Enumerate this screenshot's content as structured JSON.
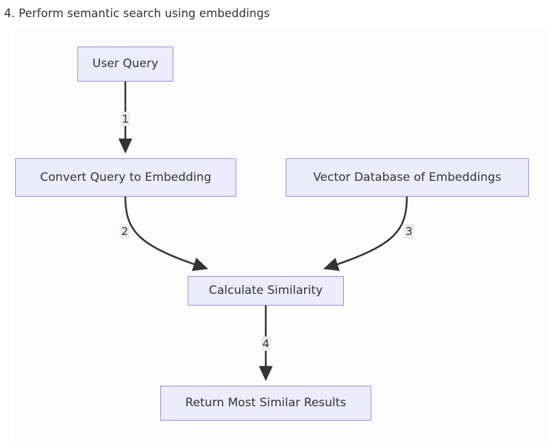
{
  "page": {
    "title": "4. Perform semantic search using embeddings",
    "background_color": "#ffffff",
    "canvas_color": "#fcfcfd"
  },
  "theme": {
    "node_fill": "#ececfc",
    "node_border": "#9e88d6",
    "node_text": "#333333",
    "edge_stroke": "#333333",
    "edge_label_bg": "#ececec",
    "edge_label_text": "#333333"
  },
  "diagram": {
    "type": "flowchart",
    "direction": "top-down",
    "nodes": [
      {
        "id": "user_query",
        "label": "User Query"
      },
      {
        "id": "convert_query",
        "label": "Convert Query to Embedding"
      },
      {
        "id": "vector_db",
        "label": "Vector Database of Embeddings"
      },
      {
        "id": "calc_similarity",
        "label": "Calculate Similarity"
      },
      {
        "id": "return_results",
        "label": "Return Most Similar Results"
      }
    ],
    "edges": [
      {
        "id": "e1",
        "label": "1",
        "from": "user_query",
        "to": "convert_query",
        "style": "straight"
      },
      {
        "id": "e2",
        "label": "2",
        "from": "convert_query",
        "to": "calc_similarity",
        "style": "curved"
      },
      {
        "id": "e3",
        "label": "3",
        "from": "vector_db",
        "to": "calc_similarity",
        "style": "curved"
      },
      {
        "id": "e4",
        "label": "4",
        "from": "calc_similarity",
        "to": "return_results",
        "style": "straight"
      }
    ]
  }
}
